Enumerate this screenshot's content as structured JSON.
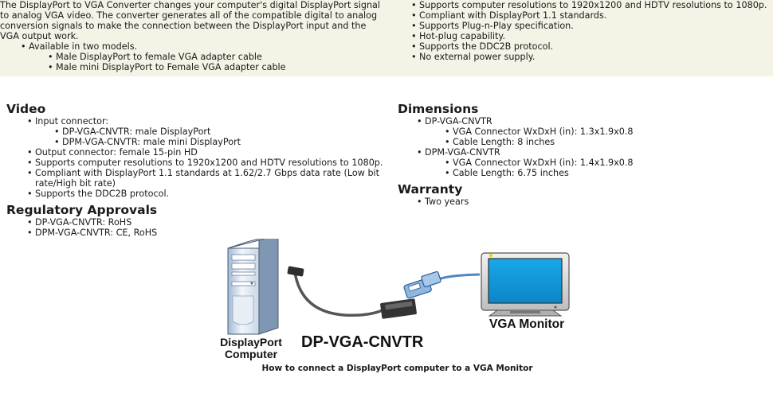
{
  "intro": {
    "paragraph_lines": [
      "The DisplayPort to VGA Converter changes your computer's digital DisplayPort signal",
      "to analog VGA video. The converter generates all of the compatible digital to analog",
      "conversion signals to make the connection between the DisplayPort input and the",
      "VGA output work."
    ],
    "models_heading": "Available in two models.",
    "models": [
      "Male DisplayPort to female VGA adapter cable",
      "Male mini DisplayPort to Female VGA adapter cable"
    ],
    "features": [
      "Supports computer resolutions to 1920x1200 and HDTV resolutions to 1080p.",
      "Compliant with DisplayPort 1.1 standards.",
      "Supports Plug-n-Play specification.",
      "Hot-plug capability.",
      "Supports the DDC2B protocol.",
      "No external power supply."
    ]
  },
  "video": {
    "heading": "Video",
    "input_connector": "Input connector:",
    "input_models": [
      "DP-VGA-CNVTR: male DisplayPort",
      "DPM-VGA-CNVTR: male mini DisplayPort"
    ],
    "output_connector": "Output connector: female 15-pin HD",
    "resolution": "Supports computer resolutions to 1920x1200 and HDTV resolutions to 1080p.",
    "compliance_line1": "Compliant with DisplayPort 1.1 standards at 1.62/2.7 Gbps data rate (Low bit",
    "compliance_line2": "rate/High bit rate)",
    "ddc": "Supports the DDC2B protocol."
  },
  "regulatory": {
    "heading": "Regulatory Approvals",
    "items": [
      "DP-VGA-CNVTR: RoHS",
      "DPM-VGA-CNVTR: CE, RoHS"
    ]
  },
  "dimensions": {
    "heading": "Dimensions",
    "models": [
      {
        "name": "DP-VGA-CNVTR",
        "connector": "VGA Connector WxDxH (in): 1.3x1.9x0.8",
        "cable": "Cable Length: 8 inches"
      },
      {
        "name": "DPM-VGA-CNVTR",
        "connector": "VGA Connector WxDxH (in): 1.4x1.9x0.8",
        "cable": "Cable Length: 6.75 inches"
      }
    ]
  },
  "warranty": {
    "heading": "Warranty",
    "value": "Two years"
  },
  "diagram": {
    "computer_label_line1": "DisplayPort",
    "computer_label_line2": "Computer",
    "model_label": "DP-VGA-CNVTR",
    "monitor_label": "VGA Monitor",
    "caption": "How to connect a DisplayPort computer to a VGA Monitor"
  }
}
